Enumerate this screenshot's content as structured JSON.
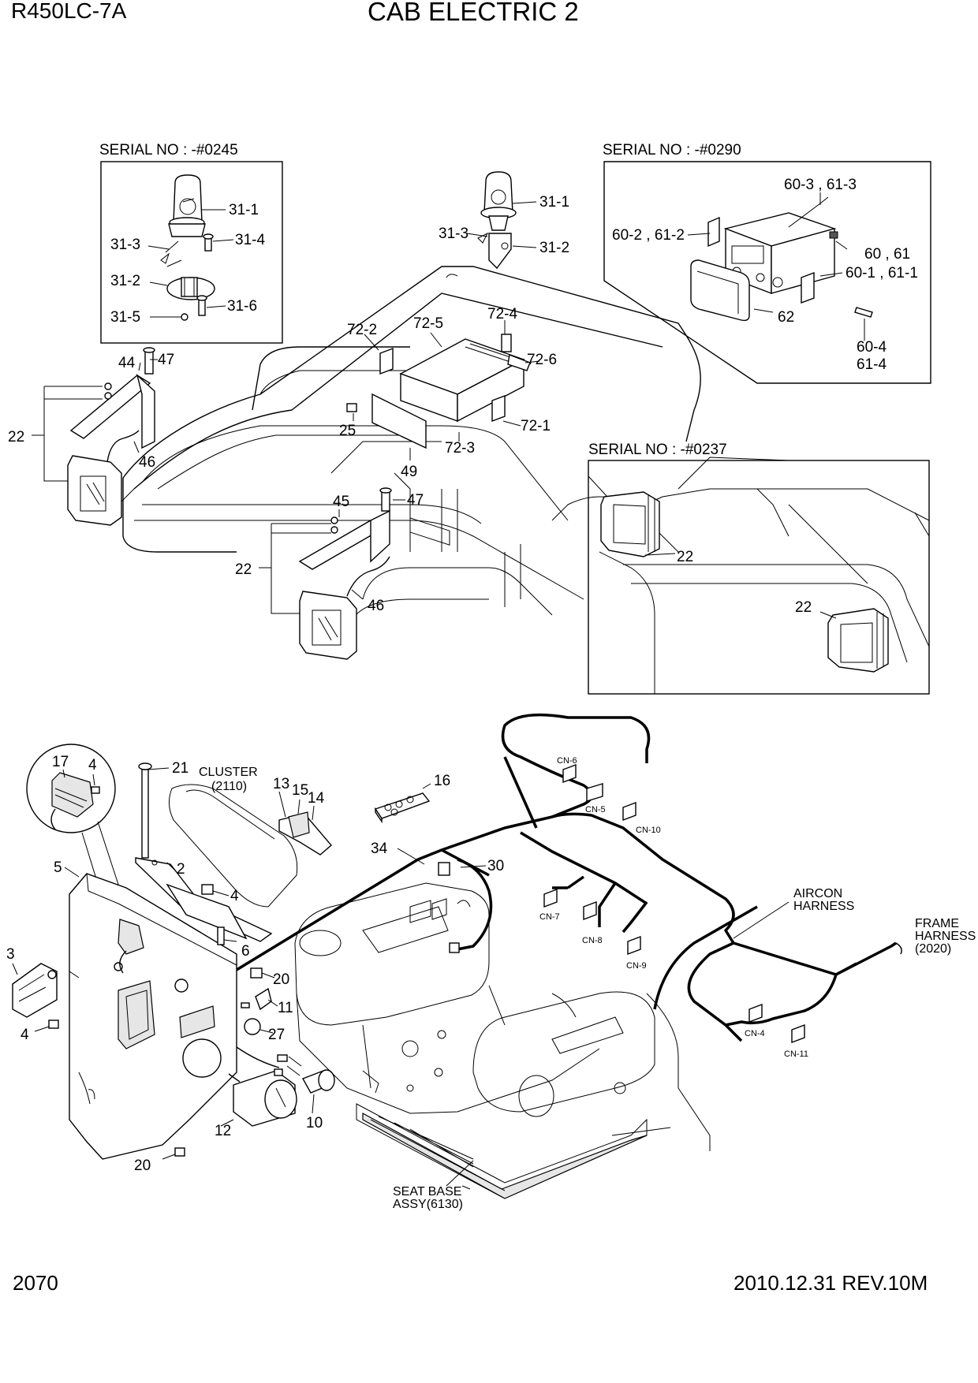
{
  "header": {
    "model": "R450LC-7A",
    "title": "CAB ELECTRIC 2"
  },
  "footer": {
    "page_number": "2070",
    "date_revision": "2010.12.31  REV.10M"
  },
  "inset_boxes": {
    "beacon_serial": "SERIAL NO : -#0245",
    "radio_serial": "SERIAL NO : -#0290",
    "lamp_serial": "SERIAL NO : -#0237"
  },
  "callouts": {
    "c31_1a": "31-1",
    "c31_3a": "31-3",
    "c31_4": "31-4",
    "c31_2a": "31-2",
    "c31_5": "31-5",
    "c31_6": "31-6",
    "c31_1b": "31-1",
    "c31_3b": "31-3",
    "c31_2b": "31-2",
    "c60_3": "60-3 , 61-3",
    "c60_2": "60-2 , 61-2",
    "c60": "60 , 61",
    "c60_1": "60-1 , 61-1",
    "c62": "62",
    "c60_4": "60-4",
    "c61_4": "61-4",
    "c72_2": "72-2",
    "c72_5": "72-5",
    "c72_4": "72-4",
    "c72_6": "72-6",
    "c72_1": "72-1",
    "c72_3": "72-3",
    "c25": "25",
    "c49": "49",
    "c44": "44",
    "c47a": "47",
    "c22a": "22",
    "c46a": "46",
    "c45": "45",
    "c47b": "47",
    "c22b": "22",
    "c46b": "46",
    "c22c": "22",
    "c22d": "22",
    "c17": "17",
    "c4a": "4",
    "c21": "21",
    "c5": "5",
    "c2": "2",
    "c4b": "4",
    "c6": "6",
    "c3": "3",
    "c4c": "4",
    "c20a": "20",
    "c11": "11",
    "c27": "27",
    "c12": "12",
    "c10": "10",
    "c20b": "20",
    "c13": "13",
    "c15": "15",
    "c14": "14",
    "c16": "16",
    "c34": "34",
    "c30": "30"
  },
  "references": {
    "cluster": "CLUSTER",
    "cluster_no": "(2110)",
    "aircon": "AIRCON",
    "aircon2": "HARNESS",
    "frame": "FRAME",
    "frame2": "HARNESS",
    "frame_no": "(2020)",
    "seat": "SEAT BASE",
    "seat2": "ASSY(6130)"
  },
  "connectors": {
    "cn6": "CN-6",
    "cn5": "CN-5",
    "cn10": "CN-10",
    "cn7": "CN-7",
    "cn8": "CN-8",
    "cn9": "CN-9",
    "cn4": "CN-4",
    "cn11": "CN-11"
  }
}
